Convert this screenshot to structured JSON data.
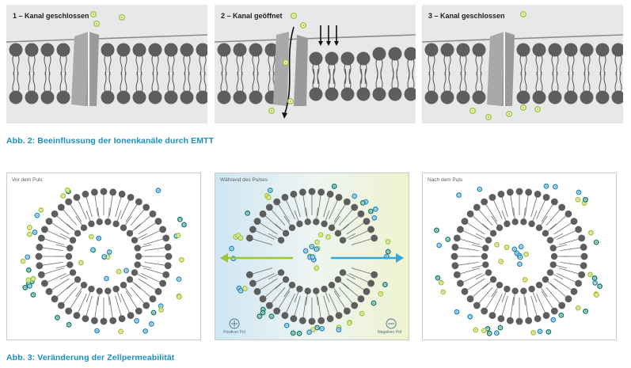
{
  "figure2": {
    "panels": [
      {
        "label": "1 – Kanal geschlossen",
        "state": "closed"
      },
      {
        "label": "2 – Kanal geöffnet",
        "state": "open"
      },
      {
        "label": "3 – Kanal geschlossen",
        "state": "closed"
      }
    ],
    "caption": "Abb. 2: Beeinflussung der Ionenkanäle durch EMTT"
  },
  "figure3": {
    "panels": [
      {
        "label": "Vor dem Puls",
        "state": "before"
      },
      {
        "label": "Während des Pulses",
        "state": "during"
      },
      {
        "label": "Nach dem Puls",
        "state": "after"
      }
    ],
    "positive_pole": "Positiver Pol",
    "negative_pole": "Negativer Pol",
    "caption": "Abb. 3: Veränderung der Zellpermeabilität"
  },
  "colors": {
    "caption": "#1a8fc0",
    "lipid_head": "#5e5e5e",
    "channel": "#a9a9a9",
    "ion_green": "#a7c83a",
    "ion_blue": "#2d8fc6",
    "ion_teal": "#1b7f6f",
    "arrow_green": "#9cc43b",
    "arrow_blue": "#3aa6d8"
  },
  "icons": [
    "plus-pole-icon",
    "minus-pole-icon",
    "ion-icon",
    "arrow-icon"
  ]
}
